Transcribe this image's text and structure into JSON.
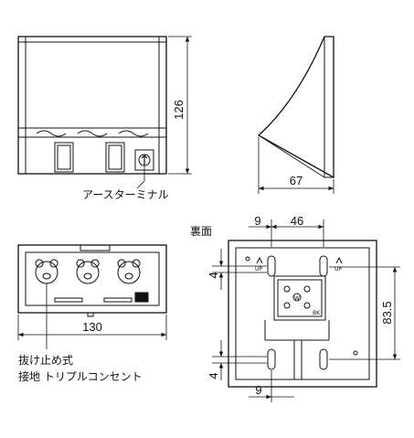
{
  "drawing": {
    "front_view": {
      "height_dim": "126",
      "callout_earth_terminal": "アースターミナル"
    },
    "side_view": {
      "depth_dim": "67"
    },
    "top_view": {
      "width_dim": "130",
      "callout_outlet_line1": "抜け止め式",
      "callout_outlet_line2": "接地 トリプルコンセント"
    },
    "back_view": {
      "label_back": "裏面",
      "dim_left_offset": "9",
      "dim_hole_spacing": "46",
      "dim_upper_margin": "4",
      "dim_vertical_spacing": "83.5",
      "dim_lower_margin": "4",
      "dim_bottom_offset": "9",
      "mark_up_1": "UP",
      "mark_up_2": "UP",
      "mark_ground": "W",
      "mark_bk": "BK"
    }
  }
}
